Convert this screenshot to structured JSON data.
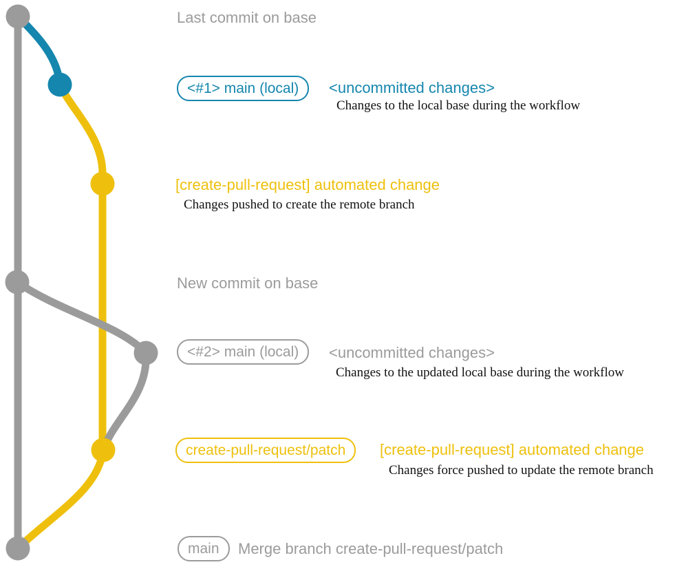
{
  "colors": {
    "gray": "#9b9b9b",
    "teal": "#1586ad",
    "yellow": "#eec00d",
    "ink": "#111111"
  },
  "rows": {
    "last_commit": {
      "label": "Last commit on base"
    },
    "local1": {
      "badge": "<#1> main (local)",
      "title": "<uncommitted changes>",
      "desc": "Changes to the local base during the workflow"
    },
    "push1": {
      "title": "[create-pull-request] automated change",
      "desc": "Changes pushed to create the remote branch"
    },
    "new_commit": {
      "label": "New commit on base"
    },
    "local2": {
      "badge": "<#2> main (local)",
      "title": "<uncommitted changes>",
      "desc": "Changes to the updated local base during the workflow"
    },
    "push2": {
      "badge": "create-pull-request/patch",
      "title": "[create-pull-request] automated change",
      "desc": "Changes force pushed to update the remote branch"
    },
    "merge": {
      "badge": "main",
      "title": "Merge branch create-pull-request/patch"
    }
  }
}
